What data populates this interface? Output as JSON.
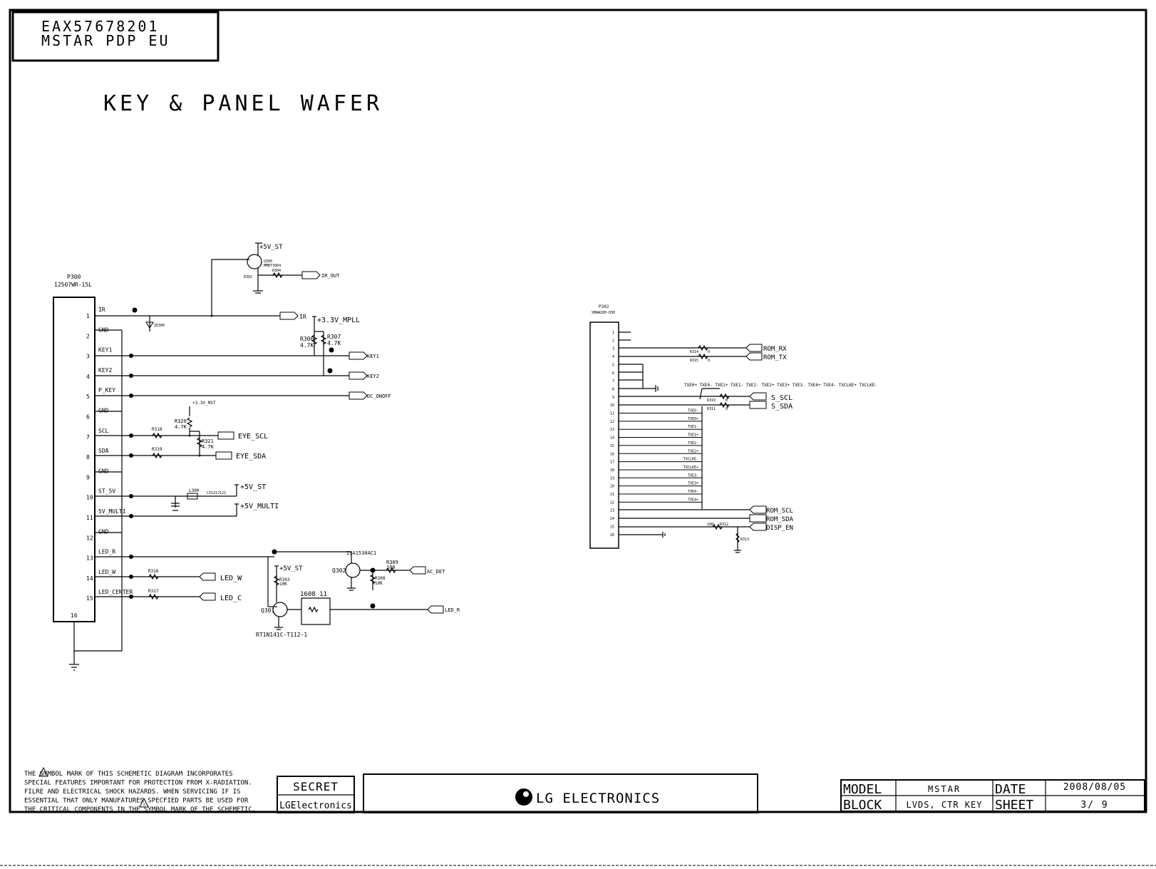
{
  "doc_id": {
    "line1": "EAX57678201",
    "line2": "MSTAR PDP EU"
  },
  "page_title": "KEY & PANEL WAFER",
  "p300": {
    "ref": "P300",
    "part": "12507WR-15L",
    "pins": [
      {
        "num": "1",
        "signal": "IR"
      },
      {
        "num": "2",
        "signal": "GND"
      },
      {
        "num": "3",
        "signal": "KEY1"
      },
      {
        "num": "4",
        "signal": "KEY2"
      },
      {
        "num": "5",
        "signal": "P_KEY"
      },
      {
        "num": "6",
        "signal": "GND"
      },
      {
        "num": "7",
        "signal": "SCL"
      },
      {
        "num": "8",
        "signal": "SDA"
      },
      {
        "num": "9",
        "signal": "GND"
      },
      {
        "num": "10",
        "signal": "ST_5V"
      },
      {
        "num": "11",
        "signal": "5V_MULTI"
      },
      {
        "num": "12",
        "signal": "GND"
      },
      {
        "num": "13",
        "signal": "LED_R"
      },
      {
        "num": "14",
        "signal": "LED_W"
      },
      {
        "num": "15",
        "signal": "LED_CENTER"
      }
    ],
    "pin16": "16"
  },
  "left_nets": {
    "ir": "IR",
    "ir_out": "IR_OUT",
    "key1": "KEY1",
    "key2": "KEY2",
    "dc_onoff": "DC_ONOFF",
    "eye_scl": "EYE_SCL",
    "eye_sda": "EYE_SDA",
    "p5v_st": "+5V_ST",
    "p5v_multi": "+5V_MULTI",
    "p3v3_mpll": "+3.3V_MPLL",
    "p3v3_mst": "+3.3V_MST",
    "led_w": "LED_W",
    "led_c": "LED_C",
    "ac_det": "AC_DET",
    "led_r": "LED_R"
  },
  "left_parts": {
    "r306": "R306",
    "r306_val": "4.7K",
    "r307": "R307",
    "r307_val": "4.7K",
    "r320": "R320",
    "r320_val": "4.7K",
    "r321": "R321",
    "r321_val": "4.7K",
    "r318": "R318",
    "r319": "R319",
    "r316": "R316",
    "r317": "R317",
    "r303": "R303",
    "r303_val": "10K",
    "r308": "R308",
    "r308_val": "10K",
    "r309": "R309",
    "r309_val": "100",
    "l300": "L300",
    "l300_part": "CIS21J121",
    "q300": "Q300",
    "q300_part": "MMBT3904",
    "q302": "Q302",
    "q302_part": "ISA1530AC1",
    "q301": "Q301",
    "q301_part": "RT1N141C-T112-1",
    "box_label": "1608 11",
    "r304": "R304",
    "r302": "R302",
    "zd300": "ZD300"
  },
  "p302": {
    "ref": "P302",
    "part": "SMAW200-H30",
    "pins": [
      "1",
      "2",
      "3",
      "4",
      "5",
      "6",
      "7",
      "8",
      "9",
      "10",
      "11",
      "12",
      "13",
      "14",
      "15",
      "16",
      "17",
      "18",
      "19",
      "20",
      "21",
      "22",
      "23",
      "24",
      "25",
      "26"
    ],
    "lvds": [
      "TXE0-",
      "TXE0+",
      "TXE1-",
      "TXE1+",
      "TXE2-",
      "TXE2+",
      "TXCLKE-",
      "TXCLKE+",
      "TXE3-",
      "TXE3+",
      "TXE4-",
      "TXE4+"
    ],
    "lvds_bus": "TXE0+ TXE0- TXE1+ TXE1- TXE2- TXE2+ TXE3+ TXE3- TXE4+ TXE4- TXCLKE+ TXCLKE-"
  },
  "right_nets": {
    "rom_rx": "ROM_RX",
    "rom_tx": "ROM_TX",
    "s_scl": "S_SCL",
    "s_sda": "S_SDA",
    "rom_scl": "ROM_SCL",
    "rom_sda": "ROM_SDA",
    "disp_en": "DISP_EN",
    "r310": "R310",
    "r311": "R311",
    "r312": "R312",
    "r313": "R313",
    "r314": "R314",
    "r315": "R315",
    "r_val_0": "0",
    "r_val_100": "100"
  },
  "footer": {
    "note_lines": [
      "THE   SYMBOL MARK OF THIS SCHEMETIC DIAGRAM INCORPORATES",
      "SPECIAL FEATURES IMPORTANT FOR PROTECTION FROM X-RADIATION.",
      "FILRE AND ELECTRICAL SHOCK HAZARDS. WHEN SERVICING IF IS",
      "ESSENTIAL THAT ONLY MANUFATURES SPECFIED PARTS BE USED FOR",
      "THE CRITICAL COMPONENTS IN THE   SYMBOL MARK OF THE SCHEMETIC."
    ],
    "secret": "SECRET",
    "lg_small": "LGElectronics",
    "company": "LG ELECTRONICS",
    "model_label": "MODEL",
    "model_value": "MSTAR",
    "date_label": "DATE",
    "date_value": "2008/08/05",
    "block_label": "BLOCK",
    "block_value": "LVDS, CTR KEY",
    "sheet_label": "SHEET",
    "sheet_value": "3/ 9"
  }
}
